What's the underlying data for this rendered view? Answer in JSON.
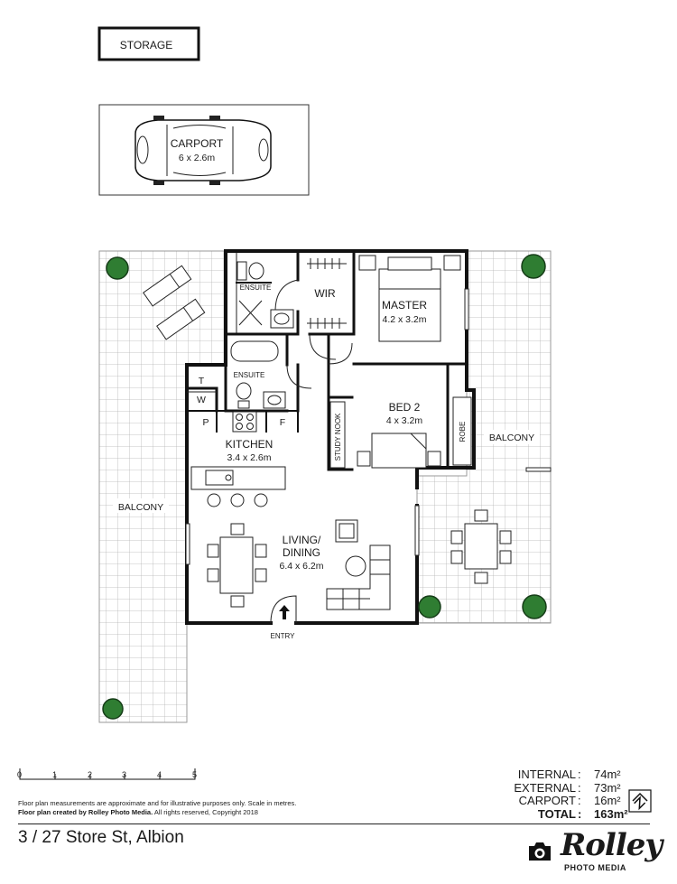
{
  "plan": {
    "storage": "STORAGE",
    "carport": {
      "name": "CARPORT",
      "size": "6 x 2.6m"
    },
    "master": {
      "name": "MASTER",
      "size": "4.2 x 3.2m"
    },
    "wir": "WIR",
    "ensuite_1": "ENSUITE",
    "ensuite_2": "ENSUITE",
    "laundry_t": "T",
    "laundry_w": "W",
    "pantry": "P",
    "fridge": "F",
    "kitchen": {
      "name": "KITCHEN",
      "size": "3.4 x 2.6m"
    },
    "living": {
      "name_line1": "LIVING/",
      "name_line2": "DINING",
      "size": "6.4 x 6.2m"
    },
    "bed2": {
      "name": "BED 2",
      "size": "4 x 3.2m"
    },
    "study_nook": "STUDY NOOK",
    "robe": "ROBE",
    "balcony_left": "BALCONY",
    "balcony_right": "BALCONY",
    "entry": "ENTRY"
  },
  "scale": {
    "ticks": [
      "0",
      "1",
      "2",
      "3",
      "4",
      "5"
    ]
  },
  "disclaimer": {
    "line1": "Floor plan measurements are approximate and for illustrative purposes only. Scale in metres.",
    "line2_bold": "Floor plan created by Rolley Photo Media.",
    "line2_rest": " All rights reserved, Copyright 2018"
  },
  "address": "3 / 27 Store St, Albion",
  "areas": [
    {
      "label": "INTERNAL",
      "value": "74m²",
      "total": false
    },
    {
      "label": "EXTERNAL",
      "value": "73m²",
      "total": false
    },
    {
      "label": "CARPORT",
      "value": "16m²",
      "total": false
    },
    {
      "label": "TOTAL",
      "value": "163m²",
      "total": true
    }
  ],
  "logo": {
    "word": "Rolley",
    "sub": "PHOTO MEDIA",
    "icon": "camera-icon"
  },
  "compass": {
    "icon": "north-arrow-icon"
  }
}
